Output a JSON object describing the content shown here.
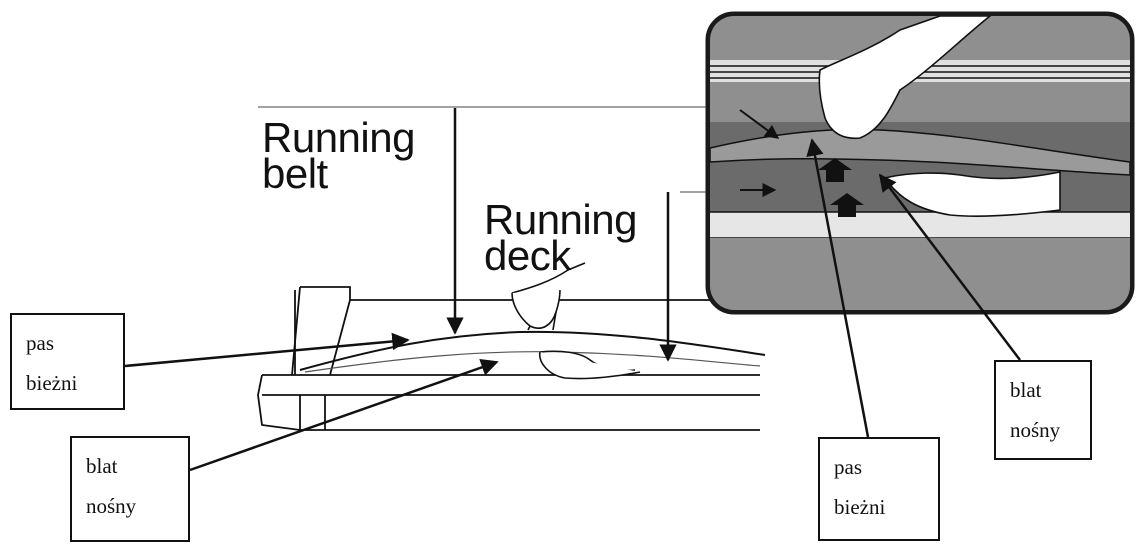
{
  "labels": {
    "running_belt": "Running\nbelt",
    "running_deck": "Running\ndeck"
  },
  "boxes": {
    "left_belt": {
      "line1": "pas",
      "line2": "bieżni"
    },
    "left_deck": {
      "line1": "blat",
      "line2": "nośny"
    },
    "right_belt": {
      "line1": "pas",
      "line2": "bieżni"
    },
    "right_deck": {
      "line1": "blat",
      "line2": "nośny"
    }
  },
  "colors": {
    "ink": "#111111",
    "inset_frame": "#1a1a1a",
    "inset_gray": "#8f8f8f",
    "inset_dark": "#6b6b6b",
    "inset_light": "#d9d9d9"
  }
}
